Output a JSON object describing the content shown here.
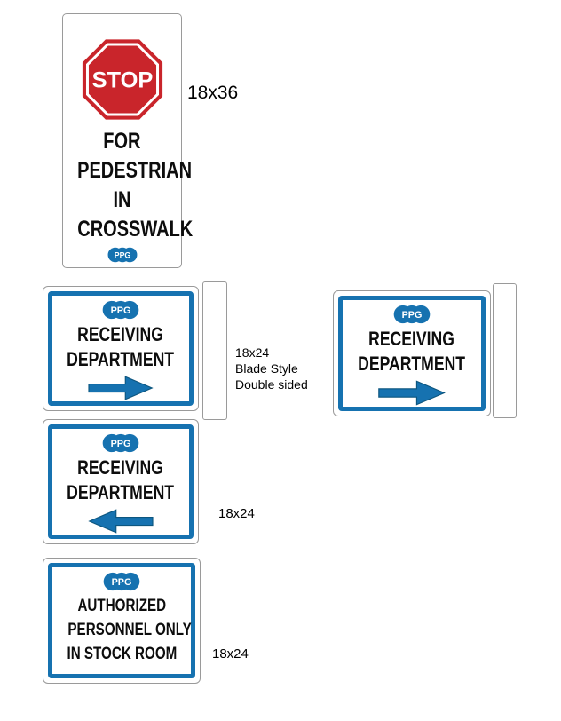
{
  "colors": {
    "stop_red": "#c9252b",
    "sign_blue": "#1672b0"
  },
  "logo": {
    "text": "PPG"
  },
  "stop_sign": {
    "word": "STOP",
    "line1": "FOR",
    "line2": "PEDESTRIAN",
    "line3": "IN",
    "line4": "CROSSWALK",
    "size_label": "18x36"
  },
  "receiving_blade_a": {
    "line1": "RECEIVING",
    "line2": "DEPARTMENT",
    "arrow": "right"
  },
  "blade_note": {
    "line1": "18x24",
    "line2": "Blade Style",
    "line3": "Double sided"
  },
  "receiving_blade_b": {
    "line1": "RECEIVING",
    "line2": "DEPARTMENT",
    "arrow": "right"
  },
  "receiving_left": {
    "line1": "RECEIVING",
    "line2": "DEPARTMENT",
    "arrow": "left",
    "size_label": "18x24"
  },
  "authorized_sign": {
    "line1": "AUTHORIZED",
    "line2": "PERSONNEL ONLY",
    "line3": "IN STOCK ROOM",
    "size_label": "18x24"
  }
}
